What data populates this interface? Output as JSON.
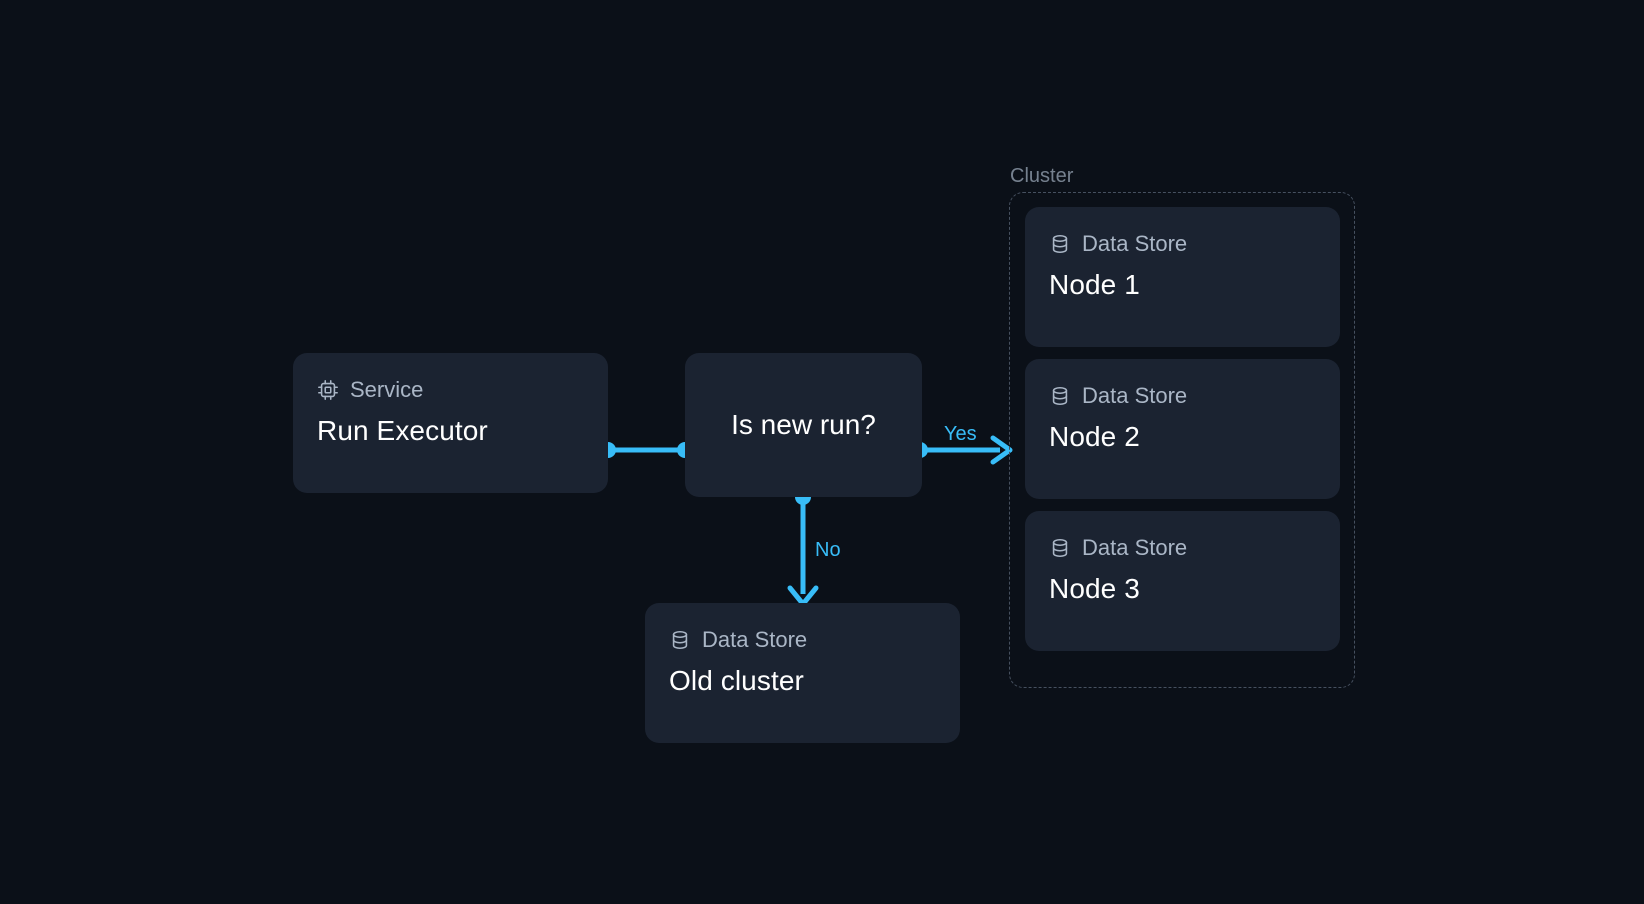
{
  "diagram": {
    "background_color": "#0b1018",
    "node_color": "#1b2331",
    "accent_color": "#38bdf8",
    "group_border_color": "#46505f"
  },
  "nodes": [
    {
      "id": "run-executor",
      "kind": "Service",
      "icon": "cpu-icon",
      "type_label": "Service",
      "title": "Run Executor"
    },
    {
      "id": "is-new-run",
      "kind": "Decision",
      "title": "Is new run?"
    },
    {
      "id": "old-cluster",
      "kind": "Data Store",
      "icon": "database-icon",
      "type_label": "Data Store",
      "title": "Old cluster"
    },
    {
      "id": "node-1",
      "kind": "Data Store",
      "icon": "database-icon",
      "type_label": "Data Store",
      "title": "Node 1"
    },
    {
      "id": "node-2",
      "kind": "Data Store",
      "icon": "database-icon",
      "type_label": "Data Store",
      "title": "Node 2"
    },
    {
      "id": "node-3",
      "kind": "Data Store",
      "icon": "database-icon",
      "type_label": "Data Store",
      "title": "Node 3"
    }
  ],
  "groups": [
    {
      "id": "cluster",
      "label": "Cluster"
    }
  ],
  "edges": [
    {
      "id": "edge-executor-decision",
      "from": "run-executor",
      "to": "is-new-run",
      "label": ""
    },
    {
      "id": "edge-decision-cluster",
      "from": "is-new-run",
      "to": "cluster",
      "label": "Yes"
    },
    {
      "id": "edge-decision-oldcluster",
      "from": "is-new-run",
      "to": "old-cluster",
      "label": "No"
    }
  ]
}
